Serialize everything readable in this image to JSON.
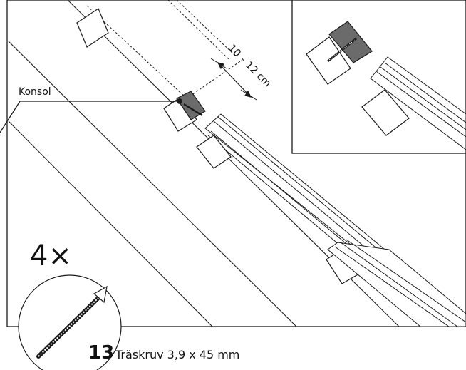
{
  "diagram": {
    "bracket_label": "Konsol",
    "measurement": "10 – 12 cm",
    "quantity": "4×",
    "part_number": "13",
    "part_description": "Träskruv 3,9 x 45 mm"
  },
  "colors": {
    "line": "#1a1a1a",
    "bracket_fill": "#6b6b6b",
    "background": "#ffffff"
  }
}
